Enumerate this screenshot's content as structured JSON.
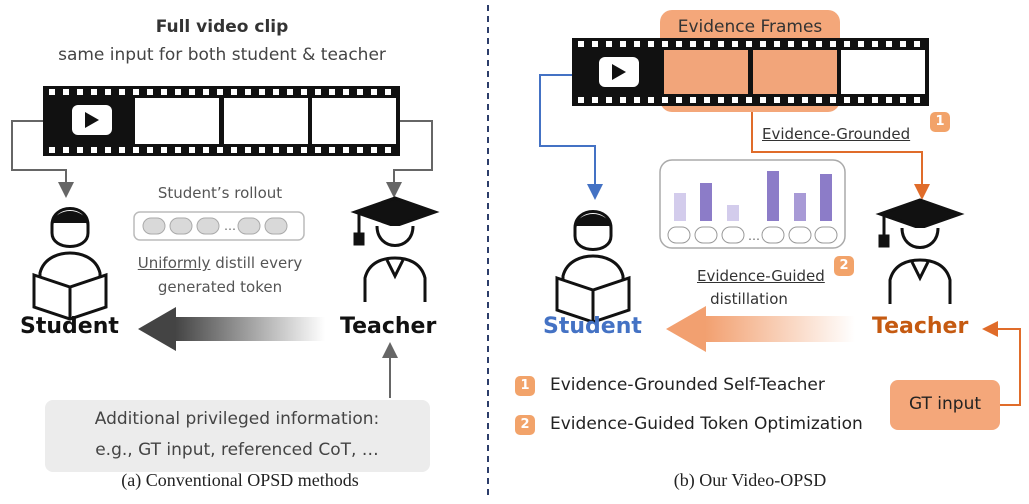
{
  "left": {
    "title": "Full video clip",
    "subtitle": "same input for both student & teacher",
    "rollout_label": "Student’s rollout",
    "distill_word": "Uniformly",
    "distill_line1_rest": " distill every",
    "distill_line2": "generated token",
    "student_label": "Student",
    "teacher_label": "Teacher",
    "priv_line1": "Additional privileged information:",
    "priv_line2": "e.g., GT input, referenced CoT, …",
    "caption": "(a) Conventional OPSD methods"
  },
  "right": {
    "evidence_frames": "Evidence Frames",
    "evidence_grounded": "Evidence-Grounded",
    "evidence_guided": "Evidence-Guided",
    "distillation": "distillation",
    "student_label": "Student",
    "teacher_label": "Teacher",
    "gt_input": "GT input",
    "badge1": "1",
    "badge2": "2",
    "legend": [
      {
        "num": "1",
        "text": "Evidence-Grounded Self-Teacher"
      },
      {
        "num": "2",
        "text": "Evidence-Guided Token Optimization"
      }
    ],
    "caption": "(b) Our Video-OPSD"
  },
  "colors": {
    "student_blue": "#4472c4",
    "teacher_orange": "#c55a11",
    "evidence_orange": "#f4a77a",
    "bar_purple": "#8c7cc8"
  },
  "icons": [
    "play-icon",
    "student-reader-icon",
    "teacher-graduate-icon"
  ]
}
